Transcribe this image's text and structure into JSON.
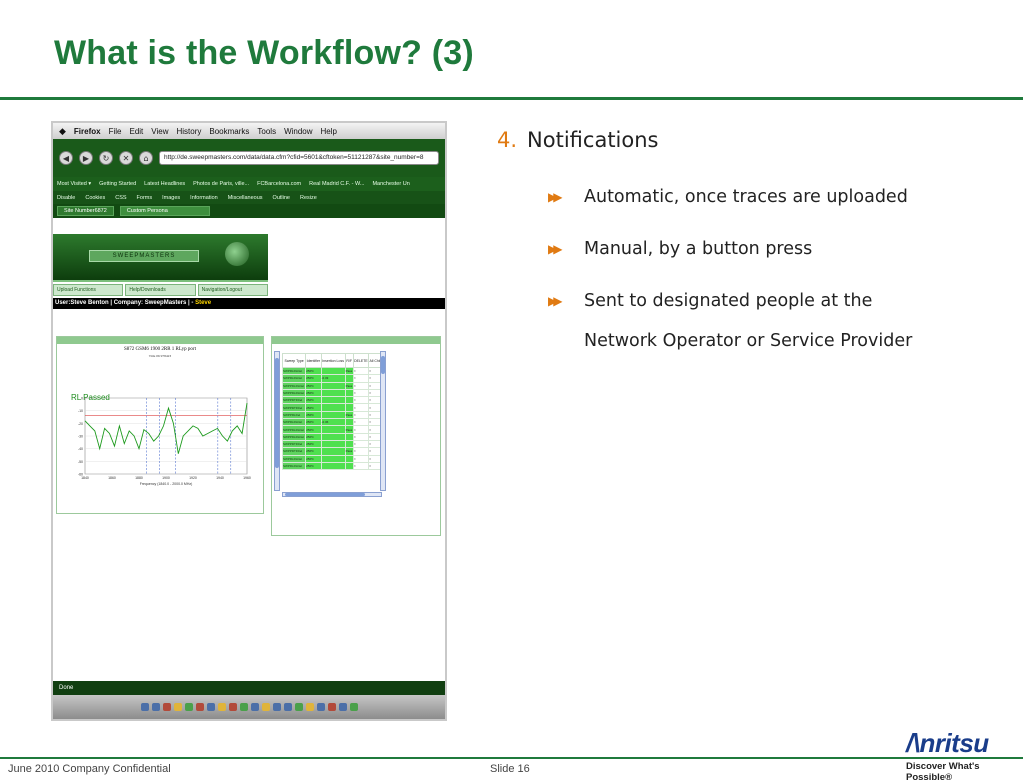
{
  "slide": {
    "title": "What is the Workflow? (3)",
    "footer_left": "June 2010 Company Confidential",
    "footer_slide": "Slide 16",
    "brand": "/\\nritsu",
    "tagline": "Discover What's Possible®",
    "colors": {
      "title_green": "#1f7a3c",
      "accent_orange": "#e07a12",
      "brand_blue": "#1a3d8a"
    }
  },
  "bullets": {
    "number": "4.",
    "heading": "Notifications",
    "items": [
      "Automatic, once traces are uploaded",
      "Manual, by a button press",
      "Sent to designated people at the",
      "Network Operator or Service Provider"
    ],
    "arrow_glyph": "▶▶"
  },
  "browser": {
    "menu": [
      "Firefox",
      "File",
      "Edit",
      "View",
      "History",
      "Bookmarks",
      "Tools",
      "Window",
      "Help"
    ],
    "url": "http://de.sweepmasters.com/data/data.cfm?cfid=5601&cftoken=51121287&site_number=8",
    "bookmarks": [
      "Most Visited ▾",
      "Getting Started",
      "Latest Headlines",
      "Photos de Paris, ville...",
      "FCBarcelona.com",
      "Real Madrid C.F. - W...",
      "Manchester Un"
    ],
    "devbar": [
      "Disable",
      "Cookies",
      "CSS",
      "Forms",
      "Images",
      "Information",
      "Miscellaneous",
      "Outline",
      "Resize"
    ],
    "tabs": [
      "Site Number6872",
      "Custom Persona"
    ],
    "banner_logo": "SWEEPMASTERS",
    "navtabs": [
      "Upload Functions",
      "Help/Downloads",
      "Navigation/Logout"
    ],
    "user_prefix": "User:Steve Benton | Company: SweepMasters | - ",
    "user_name": "Steve",
    "status": "Done"
  },
  "chart_data": {
    "type": "line",
    "title": "S872 GSM6 1900 2RR 1 RLyp port",
    "subtitle": "Title 06 978423",
    "annotation": "RL Passed",
    "ylim": [
      -60,
      0
    ],
    "y_ticks": [
      "0",
      "-10",
      "-20",
      "-30",
      "-40",
      "-50",
      "-60"
    ],
    "x_ticks": [
      "1840",
      "1860",
      "1880",
      "1900",
      "1920",
      "1940",
      "1960"
    ],
    "xlabel": "Frequency (1840.0 - 2000.0 MHz)",
    "series": [
      {
        "values": [
          -18,
          -22,
          -26,
          -40,
          -24,
          -28,
          -38,
          -22,
          -36,
          -26,
          -30,
          -40,
          -25,
          -28,
          -34,
          -30,
          -22,
          -8,
          -20,
          -44,
          -30,
          -26,
          -22,
          -24,
          -30,
          -28,
          -26,
          -24,
          -30,
          -34,
          -26,
          -22,
          -28,
          -4
        ]
      }
    ]
  },
  "table": {
    "headers": [
      "Sweep Type",
      "Identifier",
      "Insertion Loss",
      "R/F",
      "DELETE",
      "All Chk"
    ],
    "rows": [
      [
        "SWPRLRLDel",
        "25PC",
        "",
        "Pass",
        "X",
        "X"
      ],
      [
        "SWPRLRLDel",
        "25PC",
        "-0.33",
        "",
        "X",
        "X"
      ],
      [
        "SWPPDLRLDel",
        "25PC",
        "",
        "Pass",
        "X",
        "X"
      ],
      [
        "SWPPDLRLDel",
        "25PC",
        "",
        "",
        "X",
        "X"
      ],
      [
        "SWPPDTFDel",
        "25PC",
        "",
        "",
        "X",
        "X"
      ],
      [
        "SWPPDTFDel",
        "25PC",
        "",
        "",
        "X",
        "X"
      ],
      [
        "SWPPRLDel",
        "25PC",
        "",
        "Pass",
        "X",
        "X"
      ],
      [
        "SWPRLRLDel",
        "25PC",
        "-0.36",
        "",
        "X",
        "X"
      ],
      [
        "SWPPDLRLDel",
        "25PC",
        "",
        "Pass",
        "X",
        "X"
      ],
      [
        "SWPPDLRLDel",
        "25PC",
        "",
        "",
        "X",
        "X"
      ],
      [
        "SWPPDTFDel",
        "25PC",
        "",
        "",
        "X",
        "X"
      ],
      [
        "SWPPDTFDel",
        "25PC",
        "",
        "Pass",
        "X",
        "X"
      ],
      [
        "SWPRLRLDel",
        "25PC",
        "",
        "",
        "X",
        "X"
      ],
      [
        "SWPRLRLDel",
        "25PC",
        "",
        "",
        "X",
        "X"
      ]
    ]
  }
}
